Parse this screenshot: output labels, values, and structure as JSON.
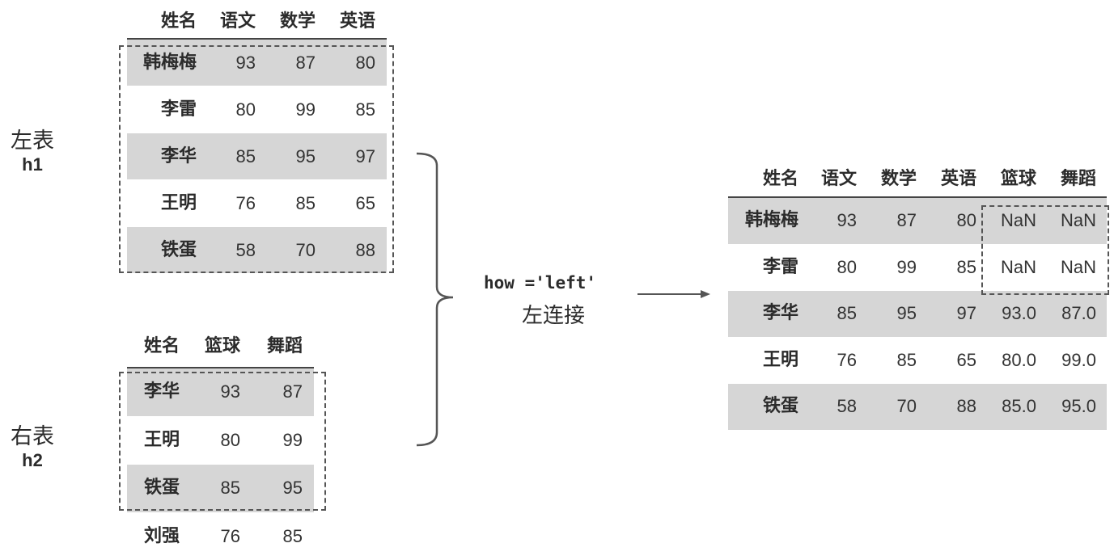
{
  "left_table": {
    "label": "左表",
    "var": "h1",
    "columns": [
      "姓名",
      "语文",
      "数学",
      "英语"
    ],
    "rows": [
      [
        "韩梅梅",
        "93",
        "87",
        "80"
      ],
      [
        "李雷",
        "80",
        "99",
        "85"
      ],
      [
        "李华",
        "85",
        "95",
        "97"
      ],
      [
        "王明",
        "76",
        "85",
        "65"
      ],
      [
        "铁蛋",
        "58",
        "70",
        "88"
      ]
    ]
  },
  "right_table": {
    "label": "右表",
    "var": "h2",
    "columns": [
      "姓名",
      "篮球",
      "舞蹈"
    ],
    "rows": [
      [
        "李华",
        "93",
        "87"
      ],
      [
        "王明",
        "80",
        "99"
      ],
      [
        "铁蛋",
        "85",
        "95"
      ],
      [
        "刘强",
        "76",
        "85"
      ]
    ]
  },
  "operation": {
    "code": "how ='left'",
    "caption": "左连接"
  },
  "result_table": {
    "columns": [
      "姓名",
      "语文",
      "数学",
      "英语",
      "篮球",
      "舞蹈"
    ],
    "rows": [
      [
        "韩梅梅",
        "93",
        "87",
        "80",
        "NaN",
        "NaN"
      ],
      [
        "李雷",
        "80",
        "99",
        "85",
        "NaN",
        "NaN"
      ],
      [
        "李华",
        "85",
        "95",
        "97",
        "93.0",
        "87.0"
      ],
      [
        "王明",
        "76",
        "85",
        "65",
        "80.0",
        "99.0"
      ],
      [
        "铁蛋",
        "58",
        "70",
        "88",
        "85.0",
        "95.0"
      ]
    ]
  },
  "colors": {
    "row_stripe": "#d6d6d6",
    "text": "#333333",
    "line": "#444444"
  }
}
